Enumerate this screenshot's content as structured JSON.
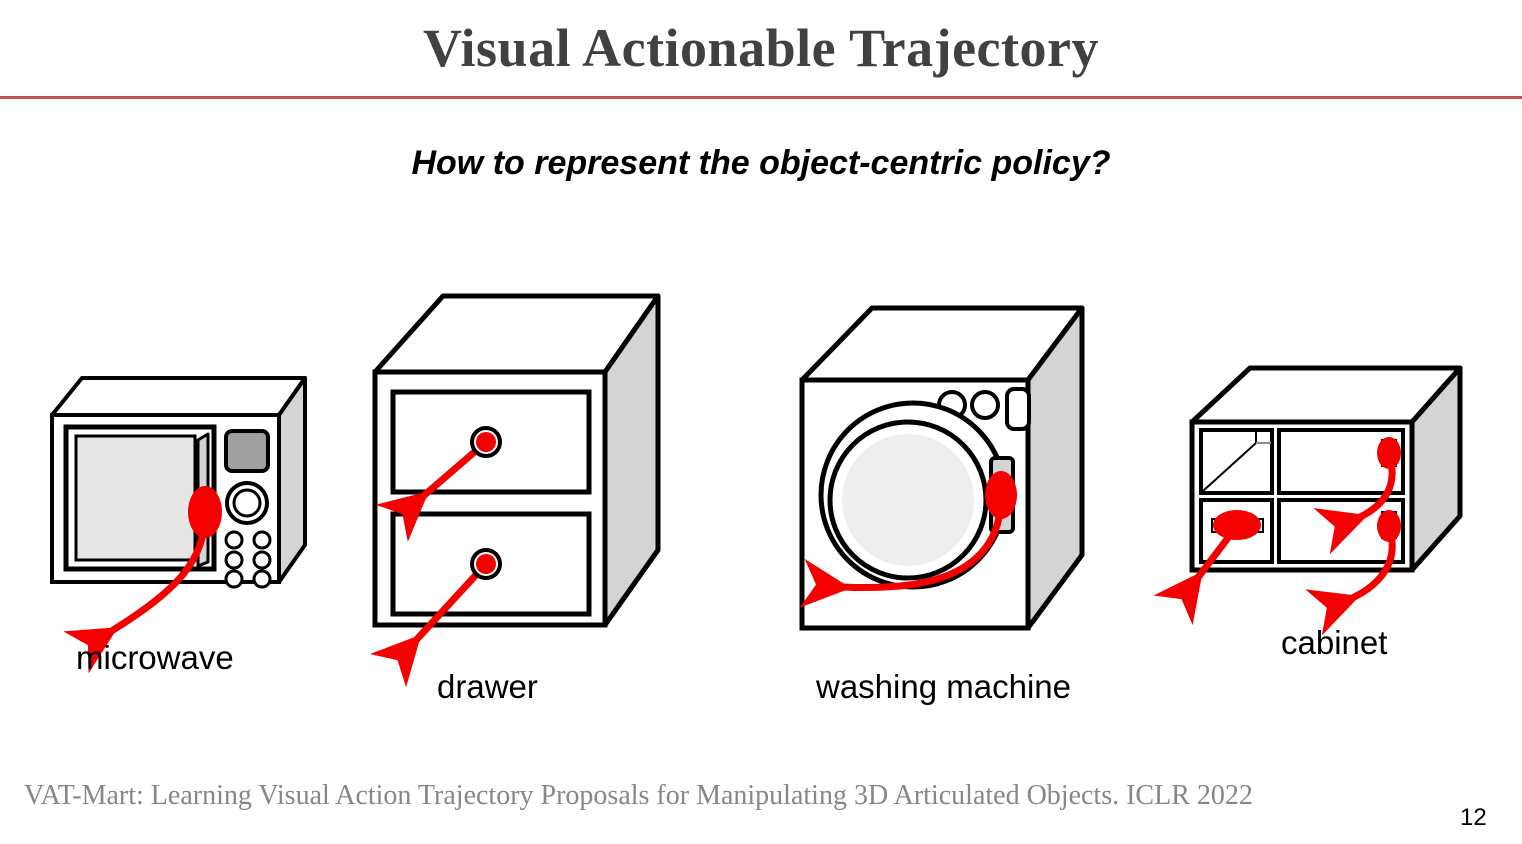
{
  "slide": {
    "title": "Visual Actionable Trajectory",
    "subtitle": "How to represent the object-centric policy?",
    "page_number": "12",
    "footer_citation": "VAT-Mart: Learning Visual Action Trajectory Proposals for Manipulating 3D Articulated Objects. ICLR 2022",
    "colors": {
      "title": "#414141",
      "rule": "#c0504d",
      "subtitle": "#000000",
      "footer": "#878787",
      "trajectory": "#f40000",
      "contact_point": "#f40000",
      "outline": "#000000",
      "side_face": "#d4d4d4",
      "glass": "#e6e6e6",
      "panel": "#a0a0a0"
    }
  },
  "figures": [
    {
      "id": "microwave",
      "label": "microwave",
      "description": "3D microwave oven with door window, vertical handle, control panel with display, dial and six buttons; red contact point on handle with curved red trajectory arrow pointing down-left"
    },
    {
      "id": "drawer",
      "label": "drawer",
      "description": "3D two-drawer cabinet; red contact point on each drawer front with a straight red trajectory arrow pointing down-left"
    },
    {
      "id": "washing-machine",
      "label": "washing machine",
      "description": "3D front-loading washing machine with two round control knobs, a rounded-rectangle display, a large circular door and a gray vertical door handle; red contact point on the handle with a curved red trajectory arrow sweeping left"
    },
    {
      "id": "cabinet",
      "label": "cabinet",
      "description": "3D wide cabinet with four compartments; one hinged door at top-left, red contact points on the top-right handle, the bottom-left horizontal handle and the bottom-right handle, each with a red trajectory arrow"
    }
  ]
}
